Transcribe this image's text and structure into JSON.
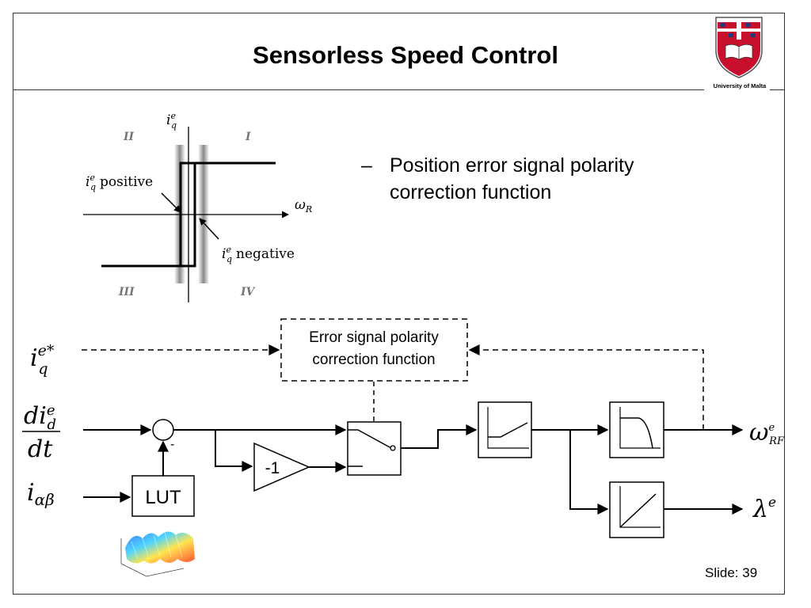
{
  "slide": {
    "title": "Sensorless Speed Control",
    "university": "University of Malta",
    "bullet_dash": "–",
    "bullet_text": "Position error signal polarity correction function",
    "slide_number": "Slide: 39"
  },
  "quadrant_plot": {
    "y_axis_var": "i",
    "y_axis_sub": "q",
    "y_axis_sup": "e",
    "x_axis_var": "ω",
    "x_axis_sub": "R",
    "q1": "I",
    "q2": "II",
    "q3": "III",
    "q4": "IV",
    "positive_text": "positive",
    "negative_text": "negative"
  },
  "block_diagram": {
    "correction_block_line1": "Error signal polarity",
    "correction_block_line2": "correction function",
    "gain_label": "-1",
    "lut_label": "LUT",
    "minus_sign": "-",
    "input_iq_var": "i",
    "input_iq_sup": "e*",
    "input_iq_sub": "q",
    "input_did_num": "di",
    "input_did_sup": "e",
    "input_did_sub": "d",
    "input_did_den": "dt",
    "input_iab_var": "i",
    "input_iab_sub": "αβ",
    "output_omega_var": "ω",
    "output_omega_sup": "e",
    "output_omega_sub": "RF",
    "output_lambda_var": "λ",
    "output_lambda_sup": "e"
  },
  "colors": {
    "crest_red": "#c8102e",
    "crest_blue": "#1f3a7a",
    "line": "#000000"
  }
}
